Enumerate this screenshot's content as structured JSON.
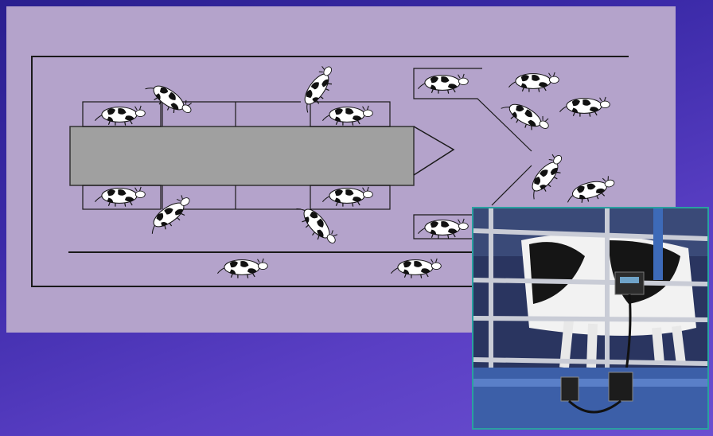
{
  "slide": {
    "background_colors": [
      "#2a1f8f",
      "#6b4fd0"
    ]
  },
  "diagram": {
    "background_color": "#b4a3cb",
    "platform_color": "#a0a0a0",
    "line_color": "#1a1a1a",
    "cows_in_stalls": 8,
    "cows_in_holding_area": 6,
    "cows_exiting": 2
  },
  "photo": {
    "icon": "milking-robot-photo",
    "frame_color": "#2aa0a0"
  }
}
